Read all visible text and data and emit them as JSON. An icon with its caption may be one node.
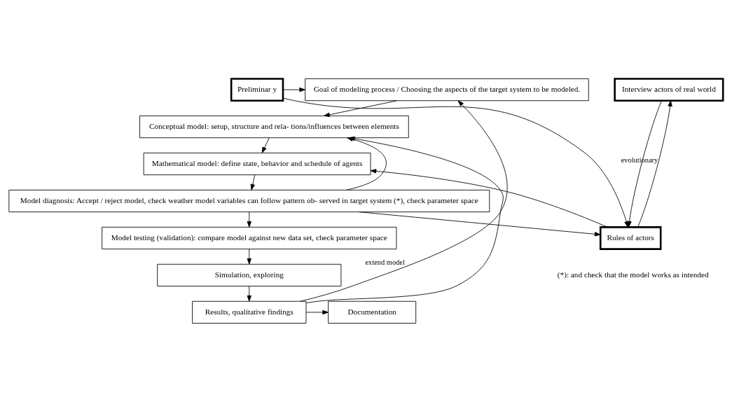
{
  "diagram": {
    "nodes": [
      {
        "text": [
          "Goal of modeling process / Choosing the aspects of the target system to be modeled."
        ]
      },
      {
        "text": [
          "Conceptual model: setup, structure and rela- tions/influences between elements"
        ]
      },
      {
        "text": [
          "Mathematical model: define state, behavior and schedule of agents"
        ]
      },
      {
        "text": [
          "Model diagnosis: Accept / reject model, check weather model variables can follow pattern ob- served in target system (*), check parameter space"
        ]
      },
      {
        "text": [
          "Model testing (validation): compare model against new data set, check parameter space"
        ]
      },
      {
        "text": [
          "Simulation, exploring"
        ]
      },
      {
        "text": [
          "Results, qualitative findings"
        ]
      },
      {
        "text": [
          "Documentation"
        ]
      },
      {
        "text": [
          "Preliminar y"
        ]
      },
      {
        "text": [
          "Interview actors of real world"
        ]
      },
      {
        "text": [
          "Rules of actors"
        ]
      }
    ],
    "edges": [
      {
        "from": 0,
        "to": 1,
        "arrow": "to"
      },
      {
        "from": 1,
        "to": 2,
        "arrow": "to"
      },
      {
        "from": 2,
        "to": 3,
        "arrow": "to"
      },
      {
        "from": 3,
        "to": 4,
        "arrow": "to"
      },
      {
        "from": 4,
        "to": 5,
        "arrow": "to"
      },
      {
        "from": 5,
        "to": 6,
        "arrow": "to"
      },
      {
        "from": 6,
        "to": 7,
        "arrow": "to"
      },
      {
        "from": 8,
        "to": 0,
        "arrow": "to"
      },
      {
        "from": 8,
        "to": 10,
        "arrow": "to"
      },
      {
        "from": 9,
        "to": 10,
        "arrow": "to"
      },
      {
        "from": 10,
        "to": 9,
        "arrow": "to",
        "label": "evolutionary"
      },
      {
        "from": 10,
        "to": 2,
        "arrow": "to"
      },
      {
        "from": 3,
        "to": 1,
        "arrow": "to"
      },
      {
        "from": 3,
        "to": 10,
        "arrow": "to"
      },
      {
        "from": 6,
        "to": 0,
        "arrow": "to",
        "label": "extend model"
      },
      {
        "from": 6,
        "to": 1,
        "arrow": "to"
      }
    ],
    "labels": [
      "(*): and check that the model works as intended"
    ]
  }
}
